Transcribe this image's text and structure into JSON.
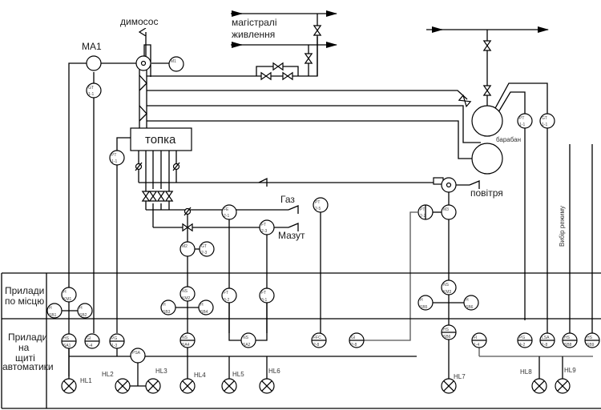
{
  "labels": {
    "smoke_exhauster": "димосос",
    "ma1": "МА1",
    "supply_mains_1": "магістралі",
    "supply_mains_2": "живлення",
    "furnace": "топка",
    "drum": "барабан",
    "gas": "Газ",
    "fuel_oil": "Мазут",
    "air": "повітря",
    "mode_select": "Вибір режиму",
    "local_devices_1": "Прилади",
    "local_devices_2": "по місцю",
    "panel_devices_1": "Прилади",
    "panel_devices_2": "на",
    "panel_devices_3": "щиті",
    "panel_devices_4": "автоматики"
  },
  "motors": [
    {
      "id": "m1",
      "label": "M1"
    },
    {
      "id": "m2",
      "label": "M2"
    },
    {
      "id": "m3",
      "label": "M3"
    }
  ],
  "field_instruments": [
    {
      "id": "gt11",
      "top": "GT",
      "bottom": "1-1"
    },
    {
      "id": "pt11a",
      "top": "PT",
      "bottom": "1-1"
    },
    {
      "id": "pt11b",
      "top": "PT",
      "bottom": "1-1"
    },
    {
      "id": "gt11b",
      "top": "GT",
      "bottom": "1-1"
    },
    {
      "id": "fe21",
      "top": "FE",
      "bottom": "2-1"
    },
    {
      "id": "ft23",
      "top": "FT",
      "bottom": "2-3"
    },
    {
      "id": "gt23",
      "top": "GT",
      "bottom": "2-3"
    },
    {
      "id": "pt25",
      "top": "PT",
      "bottom": "2-5"
    },
    {
      "id": "pt22",
      "top": "PT",
      "bottom": "2-2"
    },
    {
      "id": "pt11c",
      "top": "PT",
      "bottom": "1-1"
    }
  ],
  "local_panel": [
    {
      "id": "hkm1",
      "top": "H",
      "bottom": "KM1"
    },
    {
      "id": "hsb1",
      "top": "H",
      "bottom": "SB1"
    },
    {
      "id": "hsb2",
      "top": "H",
      "bottom": "SB2"
    },
    {
      "id": "nskm2",
      "top": "NS",
      "bottom": "KM2"
    },
    {
      "id": "hsb3",
      "top": "H",
      "bottom": "SB3"
    },
    {
      "id": "hsb4",
      "top": "H",
      "bottom": "SB4"
    },
    {
      "id": "ft32",
      "top": "FT",
      "bottom": "3-2"
    },
    {
      "id": "ft31",
      "top": "FT",
      "bottom": "3-1"
    },
    {
      "id": "nskm3",
      "top": "NS",
      "bottom": "KM3"
    },
    {
      "id": "hsb5",
      "top": "H",
      "bottom": "SB5"
    },
    {
      "id": "hsb6",
      "top": "H",
      "bottom": "SB6"
    }
  ],
  "automation_panel": [
    {
      "id": "hssa1",
      "top": "HS",
      "bottom": "SA1"
    },
    {
      "id": "gi14",
      "top": "GI",
      "bottom": "1-4"
    },
    {
      "id": "pg13",
      "top": "PG",
      "bottom": "1-3"
    },
    {
      "id": "psa",
      "top": "PSA",
      "bottom": ""
    },
    {
      "id": "nssa4",
      "top": "NS",
      "bottom": "SA4"
    },
    {
      "id": "nssa2",
      "top": "NS",
      "bottom": "SA2"
    },
    {
      "id": "ffc28",
      "top": "FFC",
      "bottom": "2-8"
    },
    {
      "id": "gi28",
      "top": "GI",
      "bottom": "2-8"
    },
    {
      "id": "hssb",
      "top": "HS",
      "bottom": "SB6"
    },
    {
      "id": "fi14",
      "top": "FI",
      "bottom": "1-4"
    },
    {
      "id": "pg42",
      "top": "PG",
      "bottom": "4-2"
    },
    {
      "id": "lsa18",
      "top": "LSA",
      "bottom": "1-8"
    },
    {
      "id": "hssb8",
      "top": "HS",
      "bottom": "SB8"
    },
    {
      "id": "hssb9",
      "top": "HS",
      "bottom": "SB9"
    }
  ],
  "lamps": [
    {
      "id": "hl1",
      "label": "HL1"
    },
    {
      "id": "hl2",
      "label": "HL2"
    },
    {
      "id": "hl3",
      "label": "HL3"
    },
    {
      "id": "hl4",
      "label": "HL4"
    },
    {
      "id": "hl5",
      "label": "HL5"
    },
    {
      "id": "hl6",
      "label": "HL6"
    },
    {
      "id": "hl7",
      "label": "HL7"
    },
    {
      "id": "hl8",
      "label": "HL8"
    },
    {
      "id": "hl9",
      "label": "HL9"
    }
  ]
}
